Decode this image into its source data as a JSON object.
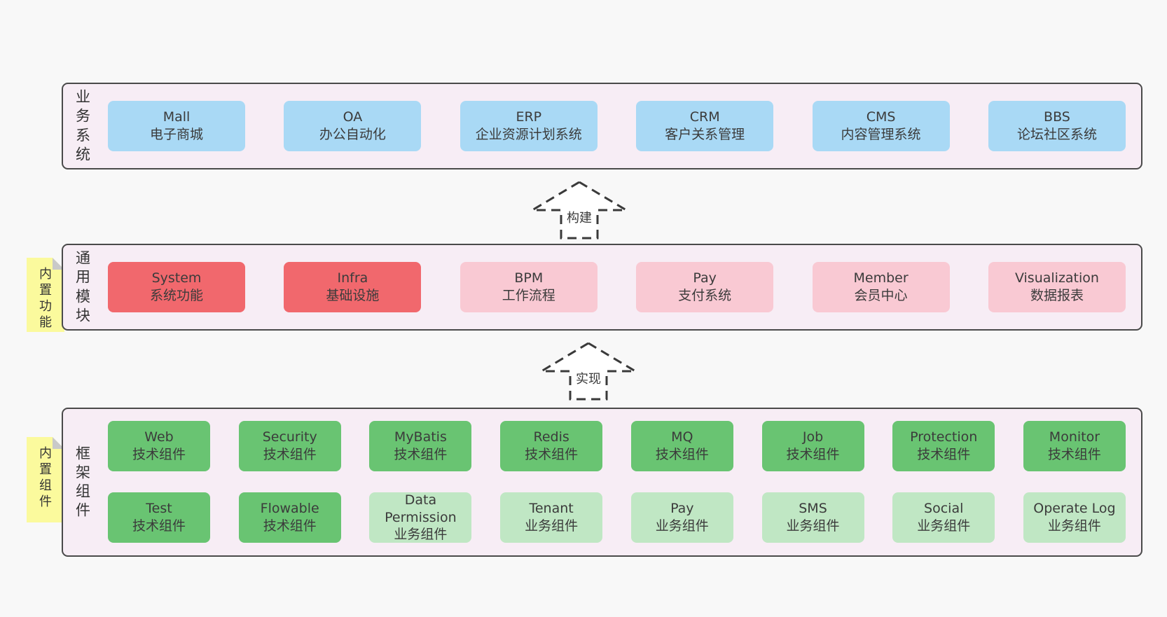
{
  "diagram": {
    "business": {
      "label": "业务系统",
      "boxes": [
        {
          "en": "Mall",
          "zh": "电子商城"
        },
        {
          "en": "OA",
          "zh": "办公自动化"
        },
        {
          "en": "ERP",
          "zh": "企业资源计划系统"
        },
        {
          "en": "CRM",
          "zh": "客户关系管理"
        },
        {
          "en": "CMS",
          "zh": "内容管理系统"
        },
        {
          "en": "BBS",
          "zh": "论坛社区系统"
        }
      ]
    },
    "arrow_build": {
      "label": "构建"
    },
    "modules": {
      "label": "通用模块",
      "sticky": "内置功能",
      "boxes": [
        {
          "en": "System",
          "zh": "系统功能"
        },
        {
          "en": "Infra",
          "zh": "基础设施"
        },
        {
          "en": "BPM",
          "zh": "工作流程"
        },
        {
          "en": "Pay",
          "zh": "支付系统"
        },
        {
          "en": "Member",
          "zh": "会员中心"
        },
        {
          "en": "Visualization",
          "zh": "数据报表"
        }
      ]
    },
    "arrow_implement": {
      "label": "实现"
    },
    "framework": {
      "label": "框架组件",
      "sticky": "内置组件",
      "row1": [
        {
          "en": "Web",
          "zh": "技术组件"
        },
        {
          "en": "Security",
          "zh": "技术组件"
        },
        {
          "en": "MyBatis",
          "zh": "技术组件"
        },
        {
          "en": "Redis",
          "zh": "技术组件"
        },
        {
          "en": "MQ",
          "zh": "技术组件"
        },
        {
          "en": "Job",
          "zh": "技术组件"
        },
        {
          "en": "Protection",
          "zh": "技术组件"
        },
        {
          "en": "Monitor",
          "zh": "技术组件"
        }
      ],
      "row2": [
        {
          "en": "Test",
          "zh": "技术组件"
        },
        {
          "en": "Flowable",
          "zh": "技术组件"
        },
        {
          "en": "Data Permission",
          "zh": "业务组件"
        },
        {
          "en": "Tenant",
          "zh": "业务组件"
        },
        {
          "en": "Pay",
          "zh": "业务组件"
        },
        {
          "en": "SMS",
          "zh": "业务组件"
        },
        {
          "en": "Social",
          "zh": "业务组件"
        },
        {
          "en": "Operate Log",
          "zh": "业务组件"
        }
      ]
    }
  },
  "colors": {
    "page_bg": "#f8f8f8",
    "panel_bg": "#f7edf5",
    "panel_border": "#4a4a4a",
    "blue_box": "#a9d9f5",
    "red_box": "#f1686d",
    "pink_box": "#f9c9d3",
    "green_box": "#69c472",
    "light_green_box": "#c0e7c4",
    "sticky_yellow": "#fbfa9d",
    "fold_gray": "#c9c9c9",
    "text": "#3b3b3b"
  }
}
